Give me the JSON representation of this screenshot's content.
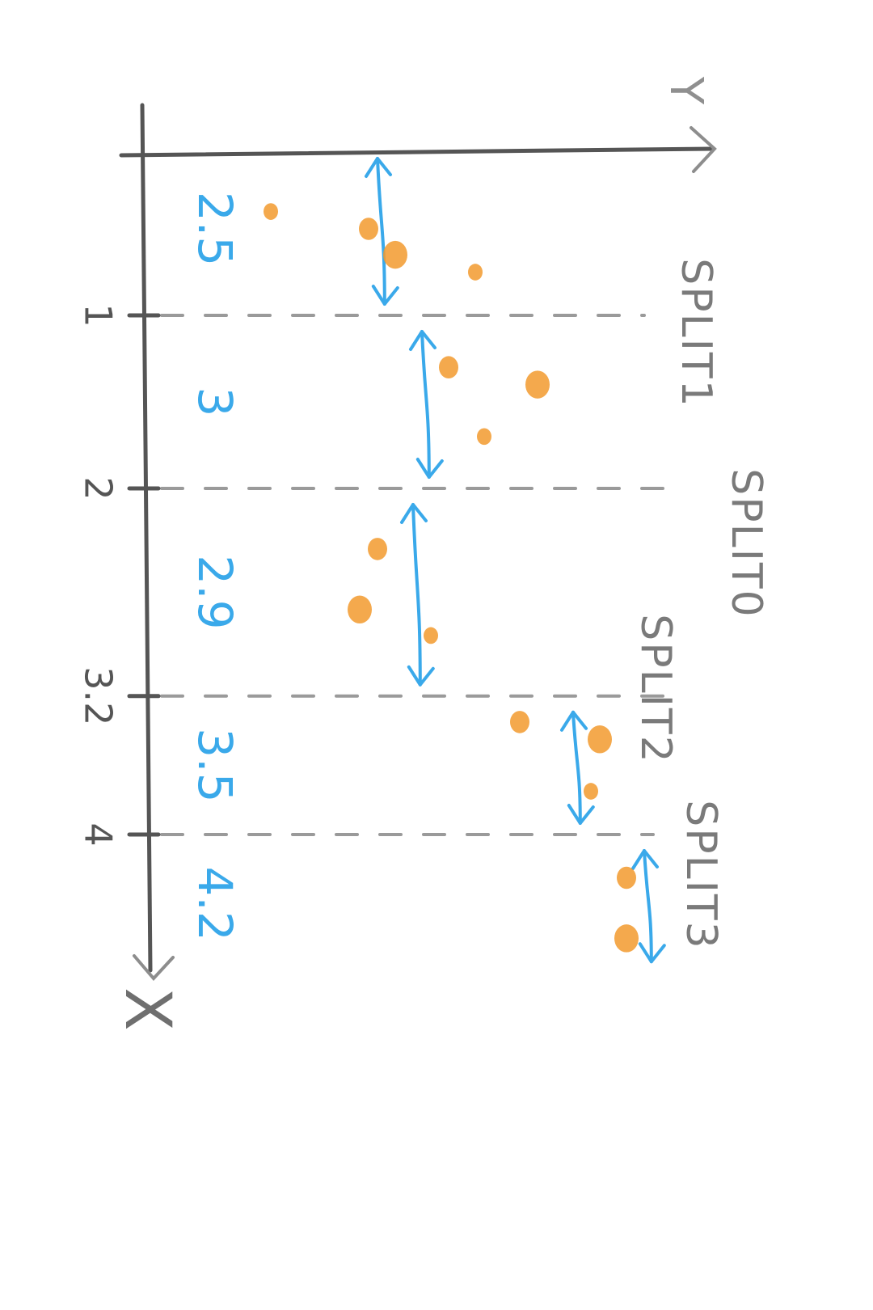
{
  "chart_data": {
    "type": "scatter",
    "y_axis_label": "Y",
    "x_axis_label": "X",
    "split_labels": [
      "SPLIT1",
      "SPLIT0",
      "SPLIT2",
      "SPLIT3"
    ],
    "x_ticks": [
      {
        "label": "1",
        "value": 1
      },
      {
        "label": "2",
        "value": 2
      },
      {
        "label": "3.2",
        "value": 3.2
      },
      {
        "label": "4",
        "value": 4
      }
    ],
    "segments": [
      {
        "mean_label": "2.5",
        "x_range": [
          0,
          1
        ],
        "arrow_y_range": [
          2.5,
          0
        ]
      },
      {
        "mean_label": "3",
        "x_range": [
          1,
          2
        ],
        "arrow_y_range": [
          3,
          1
        ]
      },
      {
        "mean_label": "2.9",
        "x_range": [
          2,
          3.2
        ],
        "arrow_y_range": [
          2.9,
          1
        ]
      },
      {
        "mean_label": "3.5",
        "x_range": [
          3.2,
          4
        ],
        "arrow_y_range": [
          4.7,
          4
        ]
      },
      {
        "mean_label": "4.2",
        "x_range": [
          4,
          4.8
        ],
        "arrow_y_range": [
          5.5,
          5
        ]
      }
    ],
    "points": [
      {
        "x": 0.4,
        "y": 1.3
      },
      {
        "x": 0.5,
        "y": 2.4
      },
      {
        "x": 0.65,
        "y": 2.7
      },
      {
        "x": 0.75,
        "y": 3.6
      },
      {
        "x": 1.3,
        "y": 3.3
      },
      {
        "x": 1.4,
        "y": 4.3
      },
      {
        "x": 1.7,
        "y": 3.7
      },
      {
        "x": 2.35,
        "y": 2.5
      },
      {
        "x": 2.7,
        "y": 2.3
      },
      {
        "x": 2.85,
        "y": 3.1
      },
      {
        "x": 3.35,
        "y": 4.1
      },
      {
        "x": 3.45,
        "y": 5.0
      },
      {
        "x": 3.75,
        "y": 4.9
      },
      {
        "x": 4.25,
        "y": 5.3
      },
      {
        "x": 4.6,
        "y": 5.3
      }
    ],
    "colors": {
      "axis": "#555555",
      "dashed_splits": "#9a9a9a",
      "mean_labels_and_arrows": "#3aa9ea",
      "points": "#f29a2e",
      "split_labels": "#7a7a7a"
    }
  }
}
